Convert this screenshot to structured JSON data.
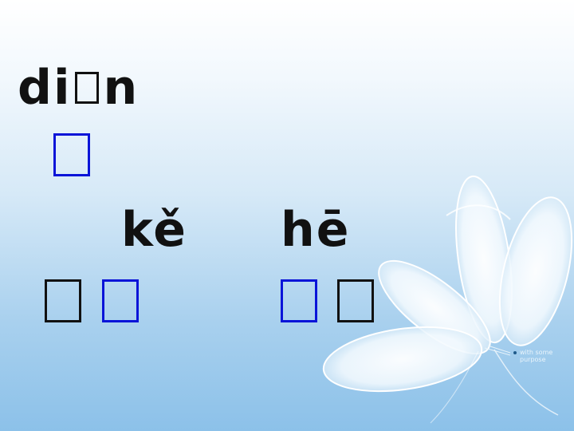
{
  "slide": {
    "pinyin_1_prefix": "di",
    "pinyin_1_suffix": "n",
    "pinyin_2": "kě",
    "pinyin_3": "hē",
    "watermark": "with some purpose"
  },
  "colors": {
    "background_top": "#ffffff",
    "background_bottom": "#8cc1e9",
    "pinyin_text": "#111111",
    "highlight_box": "#0a14d8",
    "plain_box": "#111111",
    "flower_petal": "#ffffff"
  },
  "icons": {
    "missing_glyph": "tofu-box",
    "decoration": "flower-petals"
  }
}
